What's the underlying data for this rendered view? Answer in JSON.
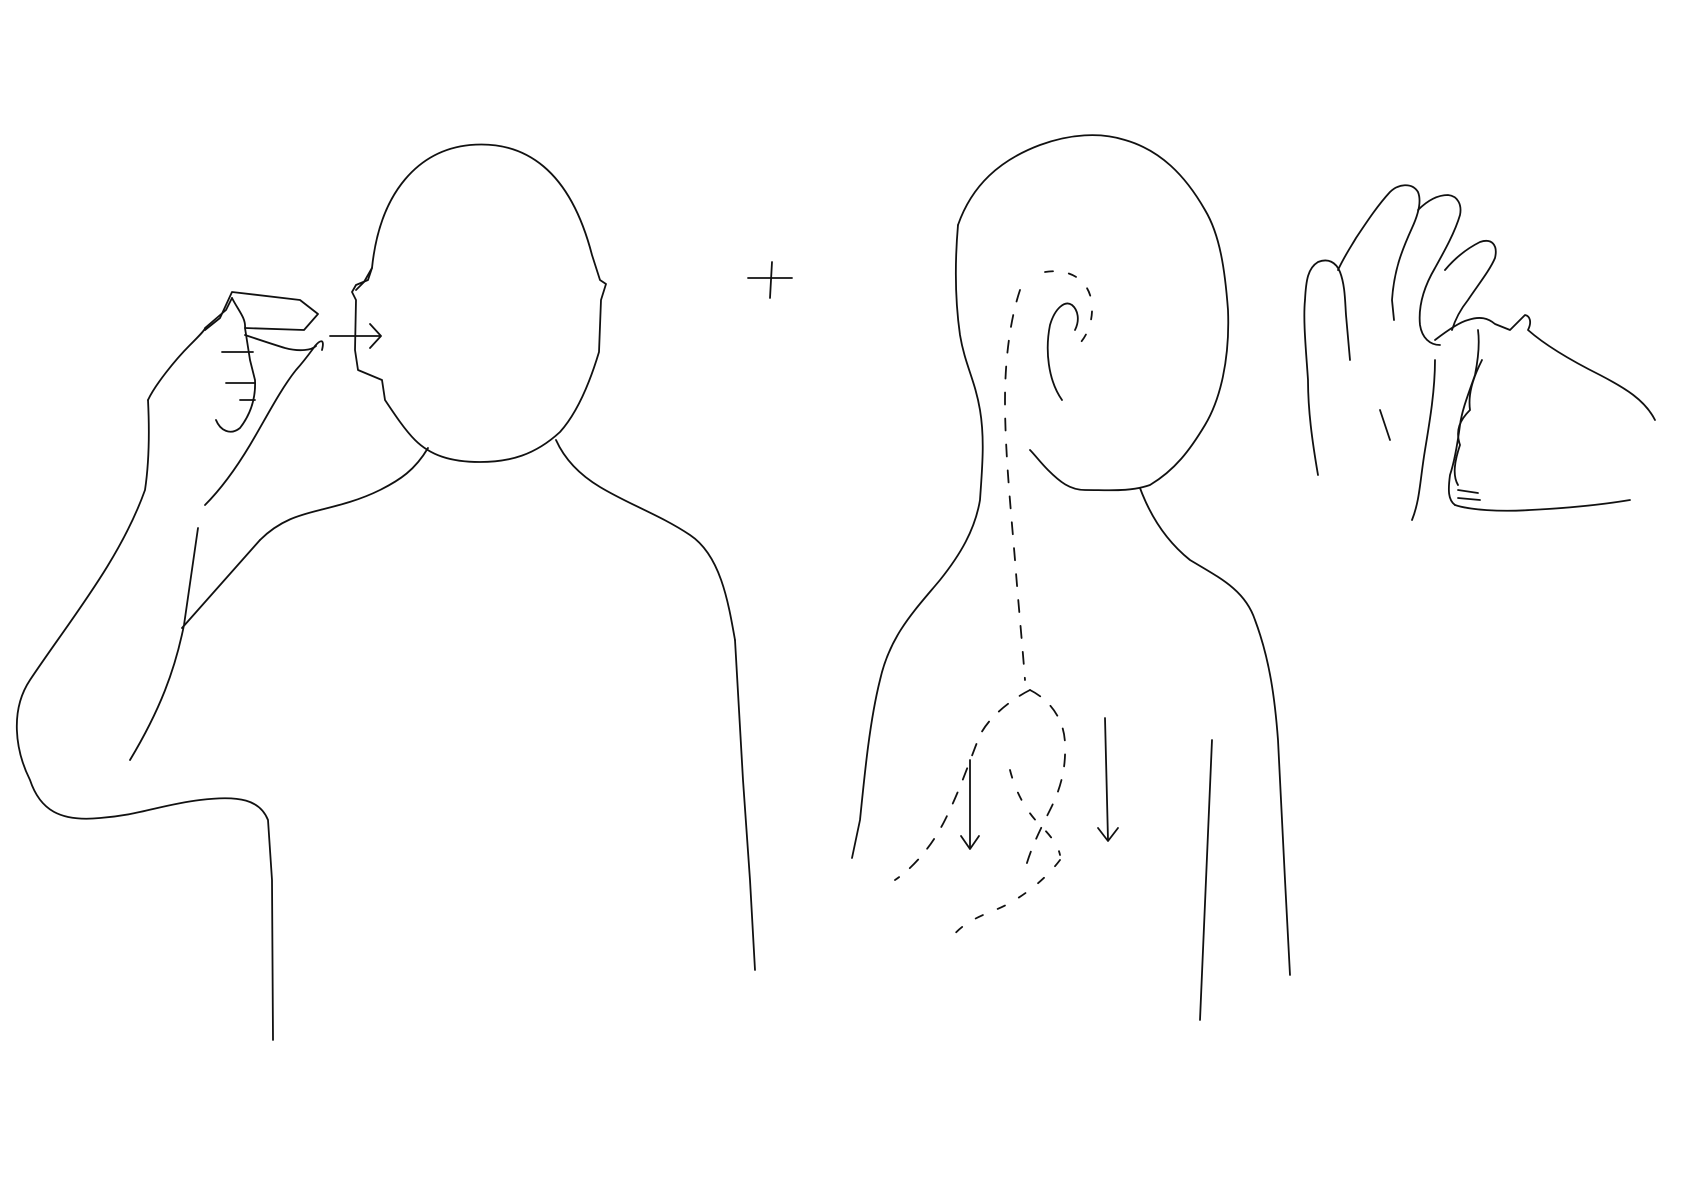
{
  "illustration": {
    "steps": [
      {
        "name": "figure-1",
        "motion": "arrow-toward-ear"
      },
      {
        "name": "figure-2",
        "motion": "arrows-down-chest"
      }
    ],
    "connector": "plus",
    "inset": "handshape-detail"
  },
  "colors": {
    "background": "#ffffff",
    "ink": "#111111"
  }
}
